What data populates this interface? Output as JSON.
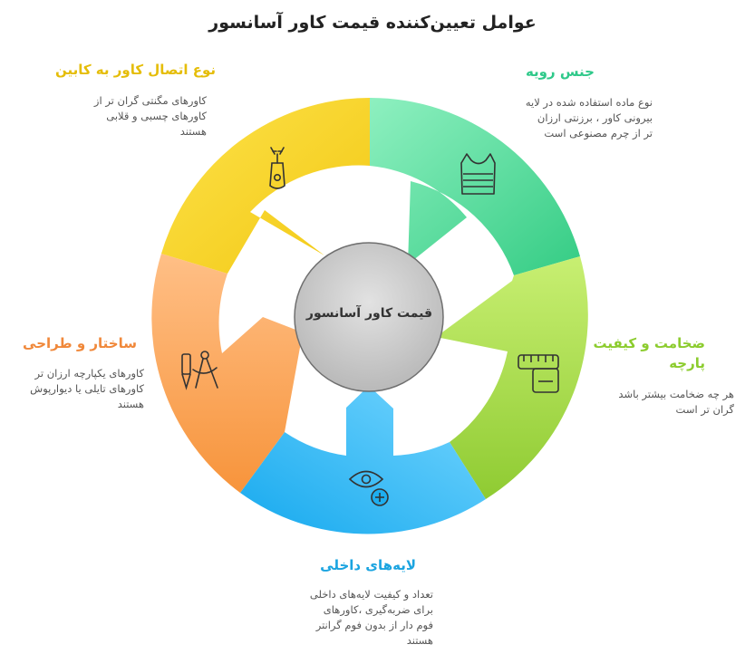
{
  "title": "عوامل تعیین‌کننده قیمت کاور آسانسور",
  "center": "قیمت کاور آسانسور",
  "colors": {
    "material": "#3fd58f",
    "thickness": "#98d63e",
    "inner_layers": "#22b5f2",
    "structure": "#f99b45",
    "connection": "#f2d01e"
  },
  "sections": {
    "material": {
      "heading": "جنس رویه",
      "desc": [
        "نوع ماده استفاده شده در لایه",
        "بیرونی کاور ، برزنتی ارزان",
        "تر از چرم مصنوعی است"
      ],
      "icon": "vest-icon"
    },
    "thickness": {
      "heading": [
        "ضخامت و کیفیت",
        "پارچه"
      ],
      "desc": [
        "هر چه ضخامت بیشتر باشد",
        "گران تر است"
      ],
      "icon": "measuring-tape-icon"
    },
    "inner_layers": {
      "heading": "لایه‌های داخلی",
      "desc": [
        "تعداد و کیفیت لایه‌های داخلی",
        "برای ضربه‌گیری ،کاورهای",
        "فوم دار از بدون فوم گرانتر",
        "هستند"
      ],
      "icon": "eye-plus-icon"
    },
    "structure": {
      "heading": "ساختار و طراحی",
      "desc": [
        "کاورهای یکپارچه ارزان تر",
        "کاورهای تایلی یا دیوارپوش",
        "هستند"
      ],
      "icon": "drafting-tools-icon"
    },
    "connection": {
      "heading": "نوع اتصال کاور به کابین",
      "desc": [
        "کاورهای مگنتی گران تر از",
        "کاورهای چسبی و قلابی",
        "هستند"
      ],
      "icon": "zipper-icon"
    }
  }
}
